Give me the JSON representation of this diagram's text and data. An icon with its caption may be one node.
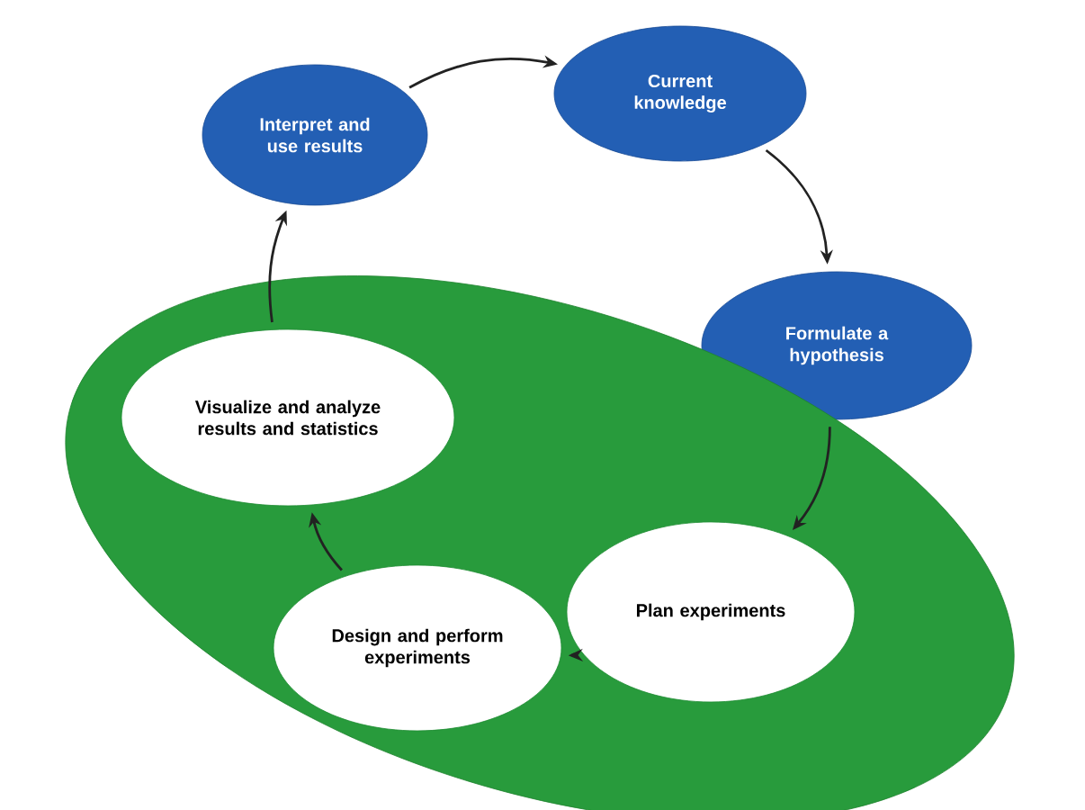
{
  "diagram": {
    "nodes": [
      {
        "text": [
          "Interpret and use results"
        ]
      },
      {
        "text": [
          "Current knowledge"
        ]
      },
      {
        "text": [
          "Formulate a hypothesis"
        ]
      },
      {
        "text": [],
        "shape": "ellipse"
      },
      {
        "text": [
          "Visualize and analyze results and statistics"
        ],
        "in": 3
      },
      {
        "text": [
          "Plan experiments"
        ],
        "in": 3
      },
      {
        "text": [
          "Design and perform experiments"
        ],
        "in": 3
      }
    ],
    "edges": [
      {
        "from": 0,
        "to": 1,
        "arrow": "to"
      },
      {
        "from": 1,
        "to": 2,
        "arrow": "to"
      },
      {
        "from": 2,
        "to": 5,
        "arrow": "to"
      },
      {
        "from": 5,
        "to": 6,
        "arrow": "to"
      },
      {
        "from": 6,
        "to": 4,
        "arrow": "to"
      },
      {
        "from": 4,
        "to": 0,
        "arrow": "to"
      }
    ]
  }
}
